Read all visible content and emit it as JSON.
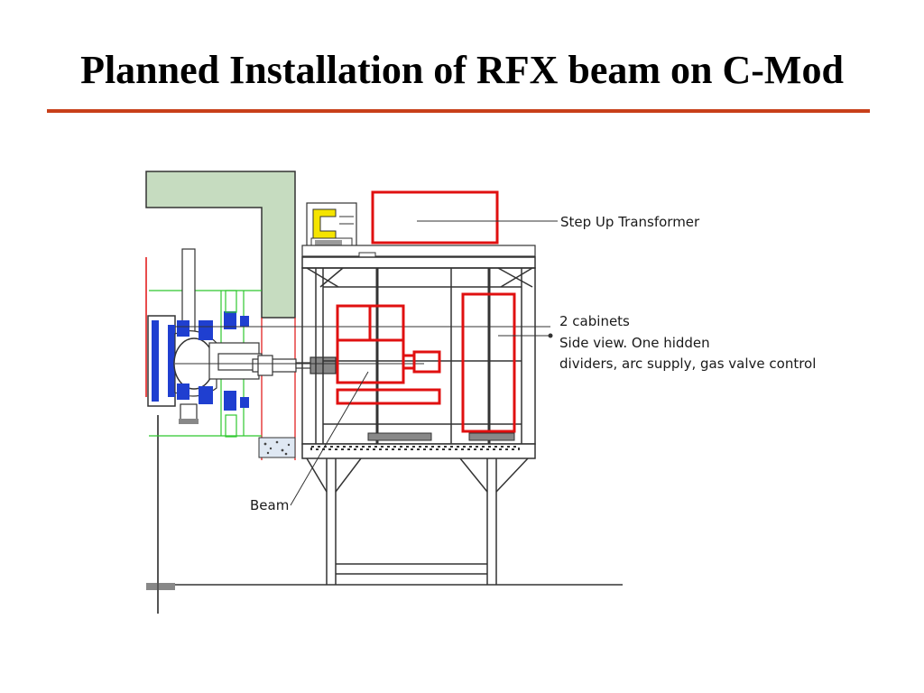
{
  "slide": {
    "title": "Planned Installation of RFX beam on C-Mod"
  },
  "labels": {
    "transformer": "Step Up Transformer",
    "cabinets_line1": "2 cabinets",
    "cabinets_line2": "Side view.  One hidden",
    "cabinets_line3": "dividers, arc supply, gas valve control",
    "beam": "Beam"
  },
  "colors": {
    "accent_rule": "#c8401a",
    "highlight_box": "#e01010",
    "wall_fill": "#c6dcc0",
    "coil_blue": "#1f3fd0",
    "guide_green": "#2fc82f"
  }
}
